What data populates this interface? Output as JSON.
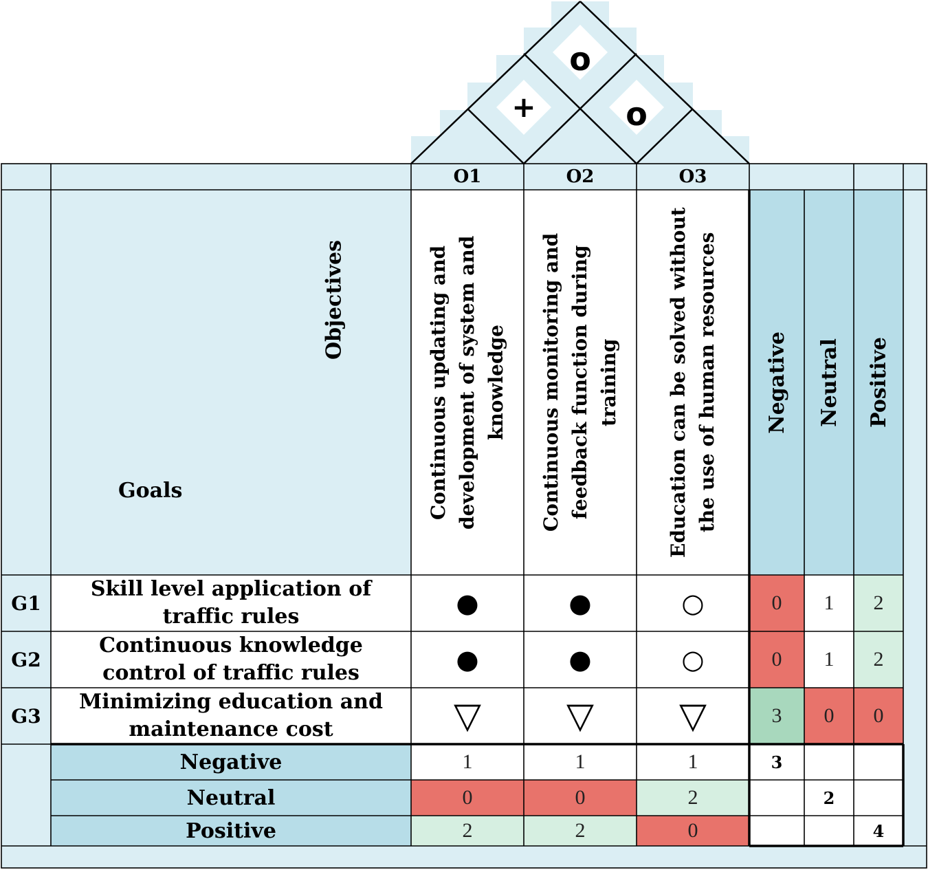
{
  "roof": {
    "symbols": {
      "o1_o2": "+",
      "o2_o3": "o",
      "o1_o3": "o"
    }
  },
  "objectives": {
    "label": "Objectives",
    "codes": [
      "O1",
      "O2",
      "O3"
    ],
    "names": [
      "Continuous updating and development of system and knowledge",
      "Continuous monitoring and feedback function during training",
      "Education can be solved without the use of human resources"
    ]
  },
  "goals": {
    "label": "Goals",
    "rows": [
      {
        "code": "G1",
        "name": "Skill level application of traffic rules"
      },
      {
        "code": "G2",
        "name": "Continuous knowledge control of traffic rules"
      },
      {
        "code": "G3",
        "name": "Minimizing education and maintenance cost"
      }
    ]
  },
  "relationship_symbols": {
    "strong_positive": "●",
    "neutral": "○",
    "negative": "▽",
    "matrix": [
      [
        "strong_positive",
        "strong_positive",
        "neutral"
      ],
      [
        "strong_positive",
        "strong_positive",
        "neutral"
      ],
      [
        "negative",
        "negative",
        "negative"
      ]
    ]
  },
  "side_headers": [
    "Negative",
    "Neutral",
    "Positive"
  ],
  "row_counts": [
    {
      "negative": "0",
      "neutral": "1",
      "positive": "2"
    },
    {
      "negative": "0",
      "neutral": "1",
      "positive": "2"
    },
    {
      "negative": "3",
      "neutral": "0",
      "positive": "0"
    }
  ],
  "bottom_rows": {
    "labels": [
      "Negative",
      "Neutral",
      "Positive"
    ],
    "counts": [
      [
        "1",
        "1",
        "1"
      ],
      [
        "0",
        "0",
        "2"
      ],
      [
        "2",
        "2",
        "0"
      ]
    ]
  },
  "totals": {
    "negative": "3",
    "neutral": "2",
    "positive": "4"
  },
  "colors": {
    "light_blue": "#dbeef4",
    "mid_blue": "#b7dde8",
    "red": "#e8736b",
    "light_green": "#d6efe1",
    "mid_green": "#a8d8bd"
  }
}
